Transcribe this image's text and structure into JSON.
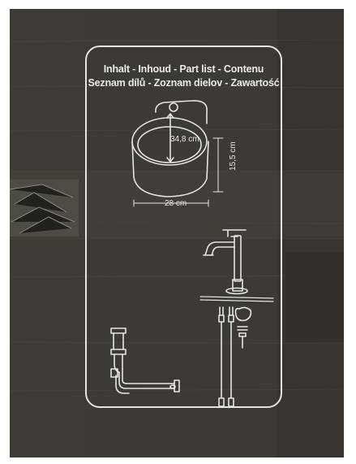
{
  "box_label": {
    "line1": "Inhalt - Inhoud - Part list - Contenu",
    "line2": "Seznam dílů - Zoznam dielov - Zawartość"
  },
  "dimensions": {
    "basin_diameter": "34,8 cm",
    "basin_height": "15,5 cm",
    "basin_width": "28 cm"
  },
  "items": [
    "wash-basin",
    "faucet",
    "mounting-hardware",
    "supply-hoses",
    "siphon-trap",
    "drain-plug"
  ],
  "colors": {
    "cardboard": "#3c3935",
    "print": "#e7e5e1",
    "background": "#ffffff"
  }
}
